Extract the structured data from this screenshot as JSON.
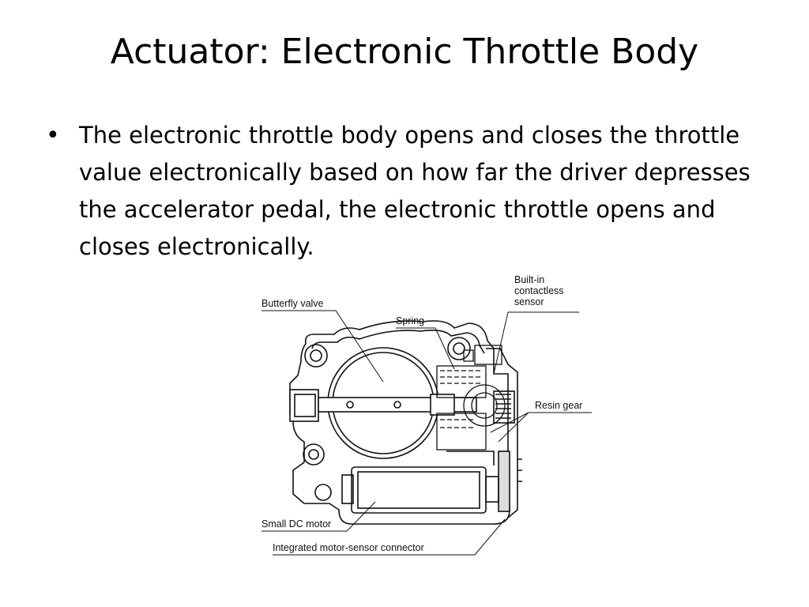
{
  "slide": {
    "title": "Actuator: Electronic Throttle Body",
    "bullet_symbol": "•",
    "bullets": [
      "The electronic throttle body opens and closes the throttle value electronically based on how far the driver depresses the accelerator pedal, the electronic throttle opens and closes electronically."
    ]
  },
  "diagram": {
    "labels": {
      "butterfly_valve": "Butterfly valve",
      "spring": "Spring",
      "sensor_line1": "Built-in",
      "sensor_line2": "contactless",
      "sensor_line3": "sensor",
      "resin_gear": "Resin gear",
      "dc_motor": "Small DC motor",
      "connector": "Integrated motor-sensor connector"
    }
  }
}
